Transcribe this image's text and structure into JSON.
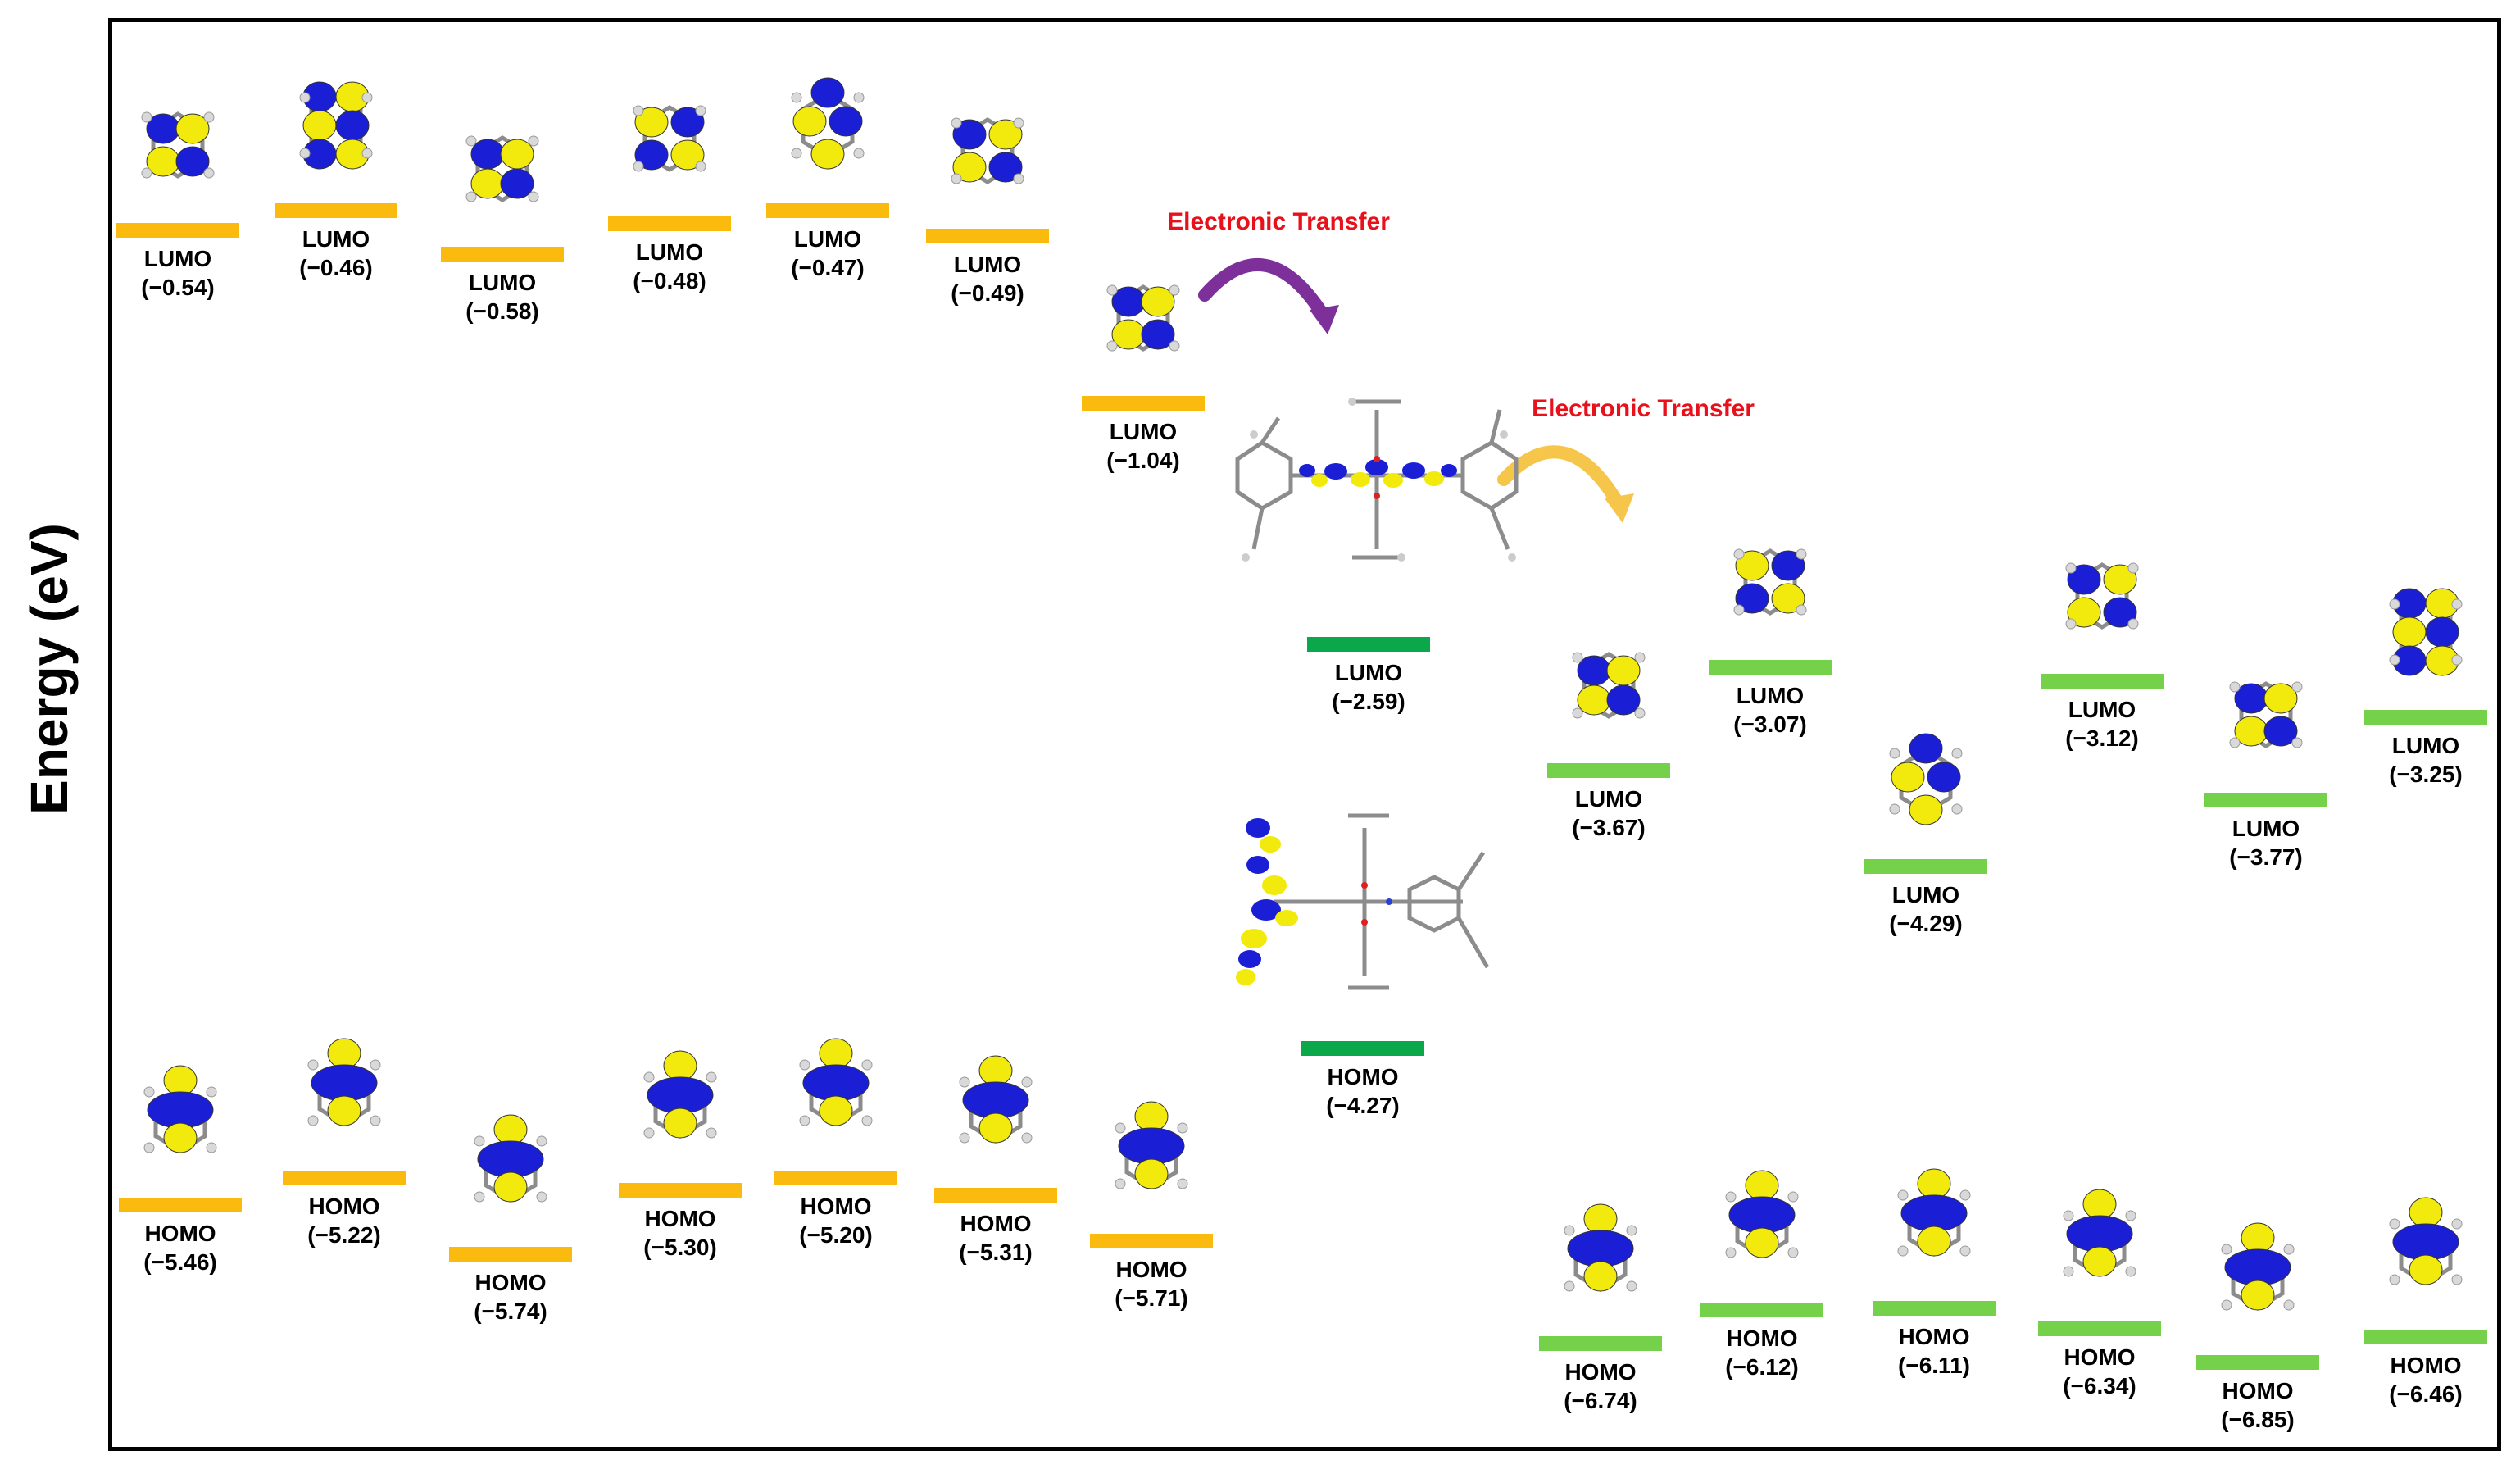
{
  "axis": {
    "y_label": "Energy (eV)"
  },
  "colors": {
    "donor_level": "#fbbb0e",
    "core_level": "#0ba84b",
    "acceptor_level": "#76d14a",
    "lobe_blue": "#1a1fd6",
    "lobe_yellow": "#f2ea0c",
    "arrow1": "#7d2f9a",
    "arrow2": "#f6c64a",
    "transfer_text": "#e8101a"
  },
  "transfers": [
    {
      "text": "Electronic Transfer"
    },
    {
      "text": "Electronic Transfer"
    }
  ],
  "levels": [
    {
      "id": "d1-lumo",
      "name": "LUMO",
      "value": "(−0.54)",
      "group": "donor"
    },
    {
      "id": "d2-lumo",
      "name": "LUMO",
      "value": "(−0.46)",
      "group": "donor"
    },
    {
      "id": "d3-lumo",
      "name": "LUMO",
      "value": "(−0.58)",
      "group": "donor"
    },
    {
      "id": "d4-lumo",
      "name": "LUMO",
      "value": "(−0.48)",
      "group": "donor"
    },
    {
      "id": "d5-lumo",
      "name": "LUMO",
      "value": "(−0.47)",
      "group": "donor"
    },
    {
      "id": "d6-lumo",
      "name": "LUMO",
      "value": "(−0.49)",
      "group": "donor"
    },
    {
      "id": "d7-lumo",
      "name": "LUMO",
      "value": "(−1.04)",
      "group": "donor"
    },
    {
      "id": "c-lumo",
      "name": "LUMO",
      "value": "(−2.59)",
      "group": "core"
    },
    {
      "id": "a1-lumo",
      "name": "LUMO",
      "value": "(−3.67)",
      "group": "acceptor"
    },
    {
      "id": "a2-lumo",
      "name": "LUMO",
      "value": "(−3.07)",
      "group": "acceptor"
    },
    {
      "id": "a3-lumo",
      "name": "LUMO",
      "value": "(−4.29)",
      "group": "acceptor"
    },
    {
      "id": "a4-lumo",
      "name": "LUMO",
      "value": "(−3.12)",
      "group": "acceptor"
    },
    {
      "id": "a5-lumo",
      "name": "LUMO",
      "value": "(−3.77)",
      "group": "acceptor"
    },
    {
      "id": "a6-lumo",
      "name": "LUMO",
      "value": "(−3.25)",
      "group": "acceptor"
    },
    {
      "id": "d1-homo",
      "name": "HOMO",
      "value": "(−5.46)",
      "group": "donor"
    },
    {
      "id": "d2-homo",
      "name": "HOMO",
      "value": "(−5.22)",
      "group": "donor"
    },
    {
      "id": "d3-homo",
      "name": "HOMO",
      "value": "(−5.74)",
      "group": "donor"
    },
    {
      "id": "d4-homo",
      "name": "HOMO",
      "value": "(−5.30)",
      "group": "donor"
    },
    {
      "id": "d5-homo",
      "name": "HOMO",
      "value": "(−5.20)",
      "group": "donor"
    },
    {
      "id": "d6-homo",
      "name": "HOMO",
      "value": "(−5.31)",
      "group": "donor"
    },
    {
      "id": "d7-homo",
      "name": "HOMO",
      "value": "(−5.71)",
      "group": "donor"
    },
    {
      "id": "c-homo",
      "name": "HOMO",
      "value": "(−4.27)",
      "group": "core"
    },
    {
      "id": "a1-homo",
      "name": "HOMO",
      "value": "(−6.74)",
      "group": "acceptor"
    },
    {
      "id": "a2-homo",
      "name": "HOMO",
      "value": "(−6.12)",
      "group": "acceptor"
    },
    {
      "id": "a3-homo",
      "name": "HOMO",
      "value": "(−6.11)",
      "group": "acceptor"
    },
    {
      "id": "a4-homo",
      "name": "HOMO",
      "value": "(−6.34)",
      "group": "acceptor"
    },
    {
      "id": "a5-homo",
      "name": "HOMO",
      "value": "(−6.85)",
      "group": "acceptor"
    },
    {
      "id": "a6-homo",
      "name": "HOMO",
      "value": "(−6.46)",
      "group": "acceptor"
    }
  ]
}
